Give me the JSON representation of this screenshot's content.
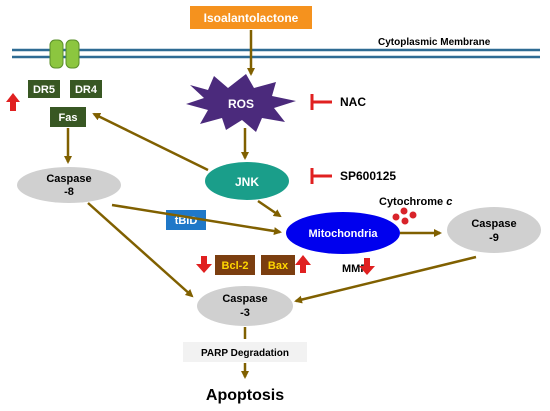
{
  "drug": {
    "label": "Isoalantolactone"
  },
  "membrane": {
    "label": "Cytoplasmic Membrane"
  },
  "receptors": {
    "dr5": "DR5",
    "dr4": "DR4",
    "fas": "Fas"
  },
  "nodes": {
    "ros": "ROS",
    "jnk": "JNK",
    "caspase8_line1": "Caspase",
    "caspase8_line2": "-8",
    "tbid": "tBID",
    "mitochondria": "Mitochondria",
    "caspase9_line1": "Caspase",
    "caspase9_line2": "-9",
    "caspase3_line1": "Caspase",
    "caspase3_line2": "-3",
    "bcl2": "Bcl-2",
    "bax": "Bax",
    "parp": "PARP Degradation",
    "apoptosis": "Apoptosis"
  },
  "inhibitors": {
    "nac": "NAC",
    "sp": "SP600125"
  },
  "labels": {
    "cytochrome_text": "Cytochrome",
    "cytochrome_italic": "c",
    "mmp": "MMP"
  },
  "colors": {
    "arrow": "#806000",
    "inhibit": "#e02020",
    "updown_arrow": "#e02020",
    "membrane": "#2e6b93",
    "drug_box": "#f5921e",
    "receptor_box": "#385723",
    "ros_star": "#4b2a7c",
    "jnk": "#1a9e8a",
    "caspase_gray": "#d0d0d0",
    "tbid_box": "#1f78c8",
    "mito": "#0000ee",
    "bcl_box": "#7b3e10",
    "bcl_text": "#ffd600",
    "parp_box": "#f2f2f2"
  }
}
